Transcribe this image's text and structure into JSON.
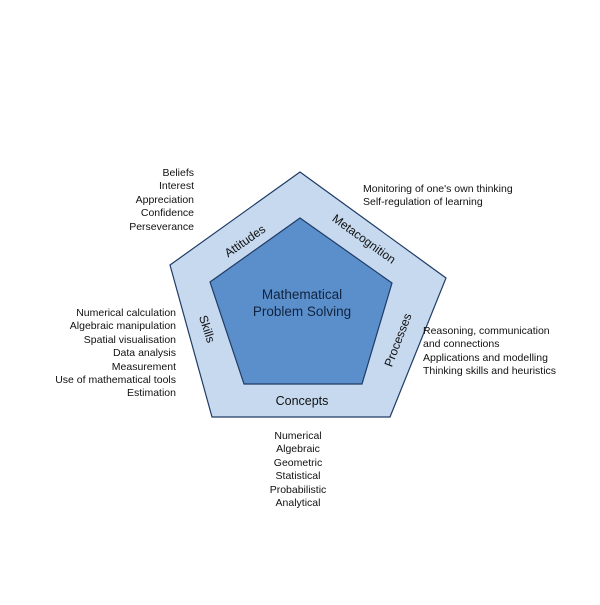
{
  "center": {
    "line1": "Mathematical",
    "line2": "Problem Solving"
  },
  "sides": {
    "attitudes": "Attitudes",
    "metacognition": "Metacognition",
    "processes": "Processes",
    "concepts": "Concepts",
    "skills": "Skills"
  },
  "lists": {
    "attitudes": [
      "Beliefs",
      "Interest",
      "Appreciation",
      "Confidence",
      "Perseverance"
    ],
    "metacognition": [
      "Monitoring of one's own thinking",
      "Self-regulation of learning"
    ],
    "processes": [
      "Reasoning, communication",
      "and connections",
      "Applications and modelling",
      "Thinking skills and heuristics"
    ],
    "concepts": [
      "Numerical",
      "Algebraic",
      "Geometric",
      "Statistical",
      "Probabilistic",
      "Analytical"
    ],
    "skills": [
      "Numerical calculation",
      "Algebraic manipulation",
      "Spatial visualisation",
      "Data analysis",
      "Measurement",
      "Use of mathematical tools",
      "Estimation"
    ]
  },
  "colors": {
    "outer_fill": "#c6d9ee",
    "inner_fill": "#5b8fcb",
    "stroke": "#1f3b66",
    "text": "#111111"
  }
}
